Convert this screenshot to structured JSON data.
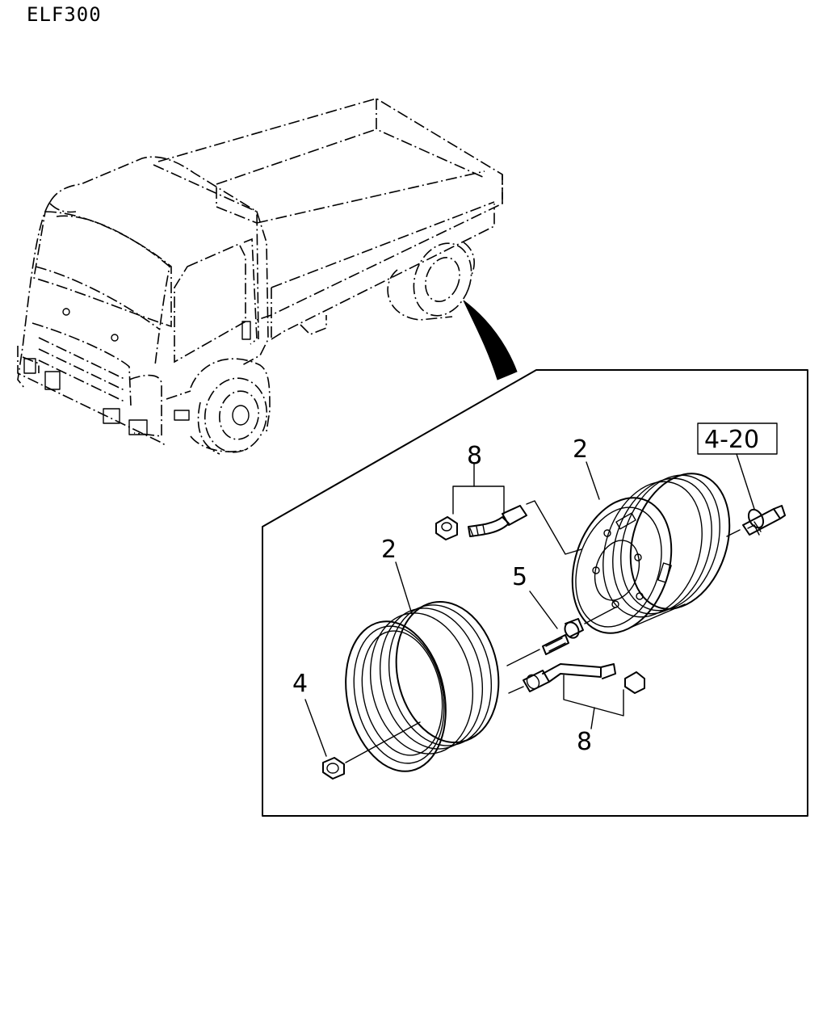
{
  "header": {
    "model": "ELF300"
  },
  "callouts": {
    "wheel_front": "2",
    "wheel_rear": "2",
    "nut": "4",
    "hub_bolt": "5",
    "valve_upper": "8",
    "valve_lower": "8"
  },
  "reference": {
    "label": "4-20"
  },
  "icons": {
    "truck": "truck-illustration",
    "pointer": "pointer-arrow",
    "wheel": "wheel-rim-icon"
  }
}
